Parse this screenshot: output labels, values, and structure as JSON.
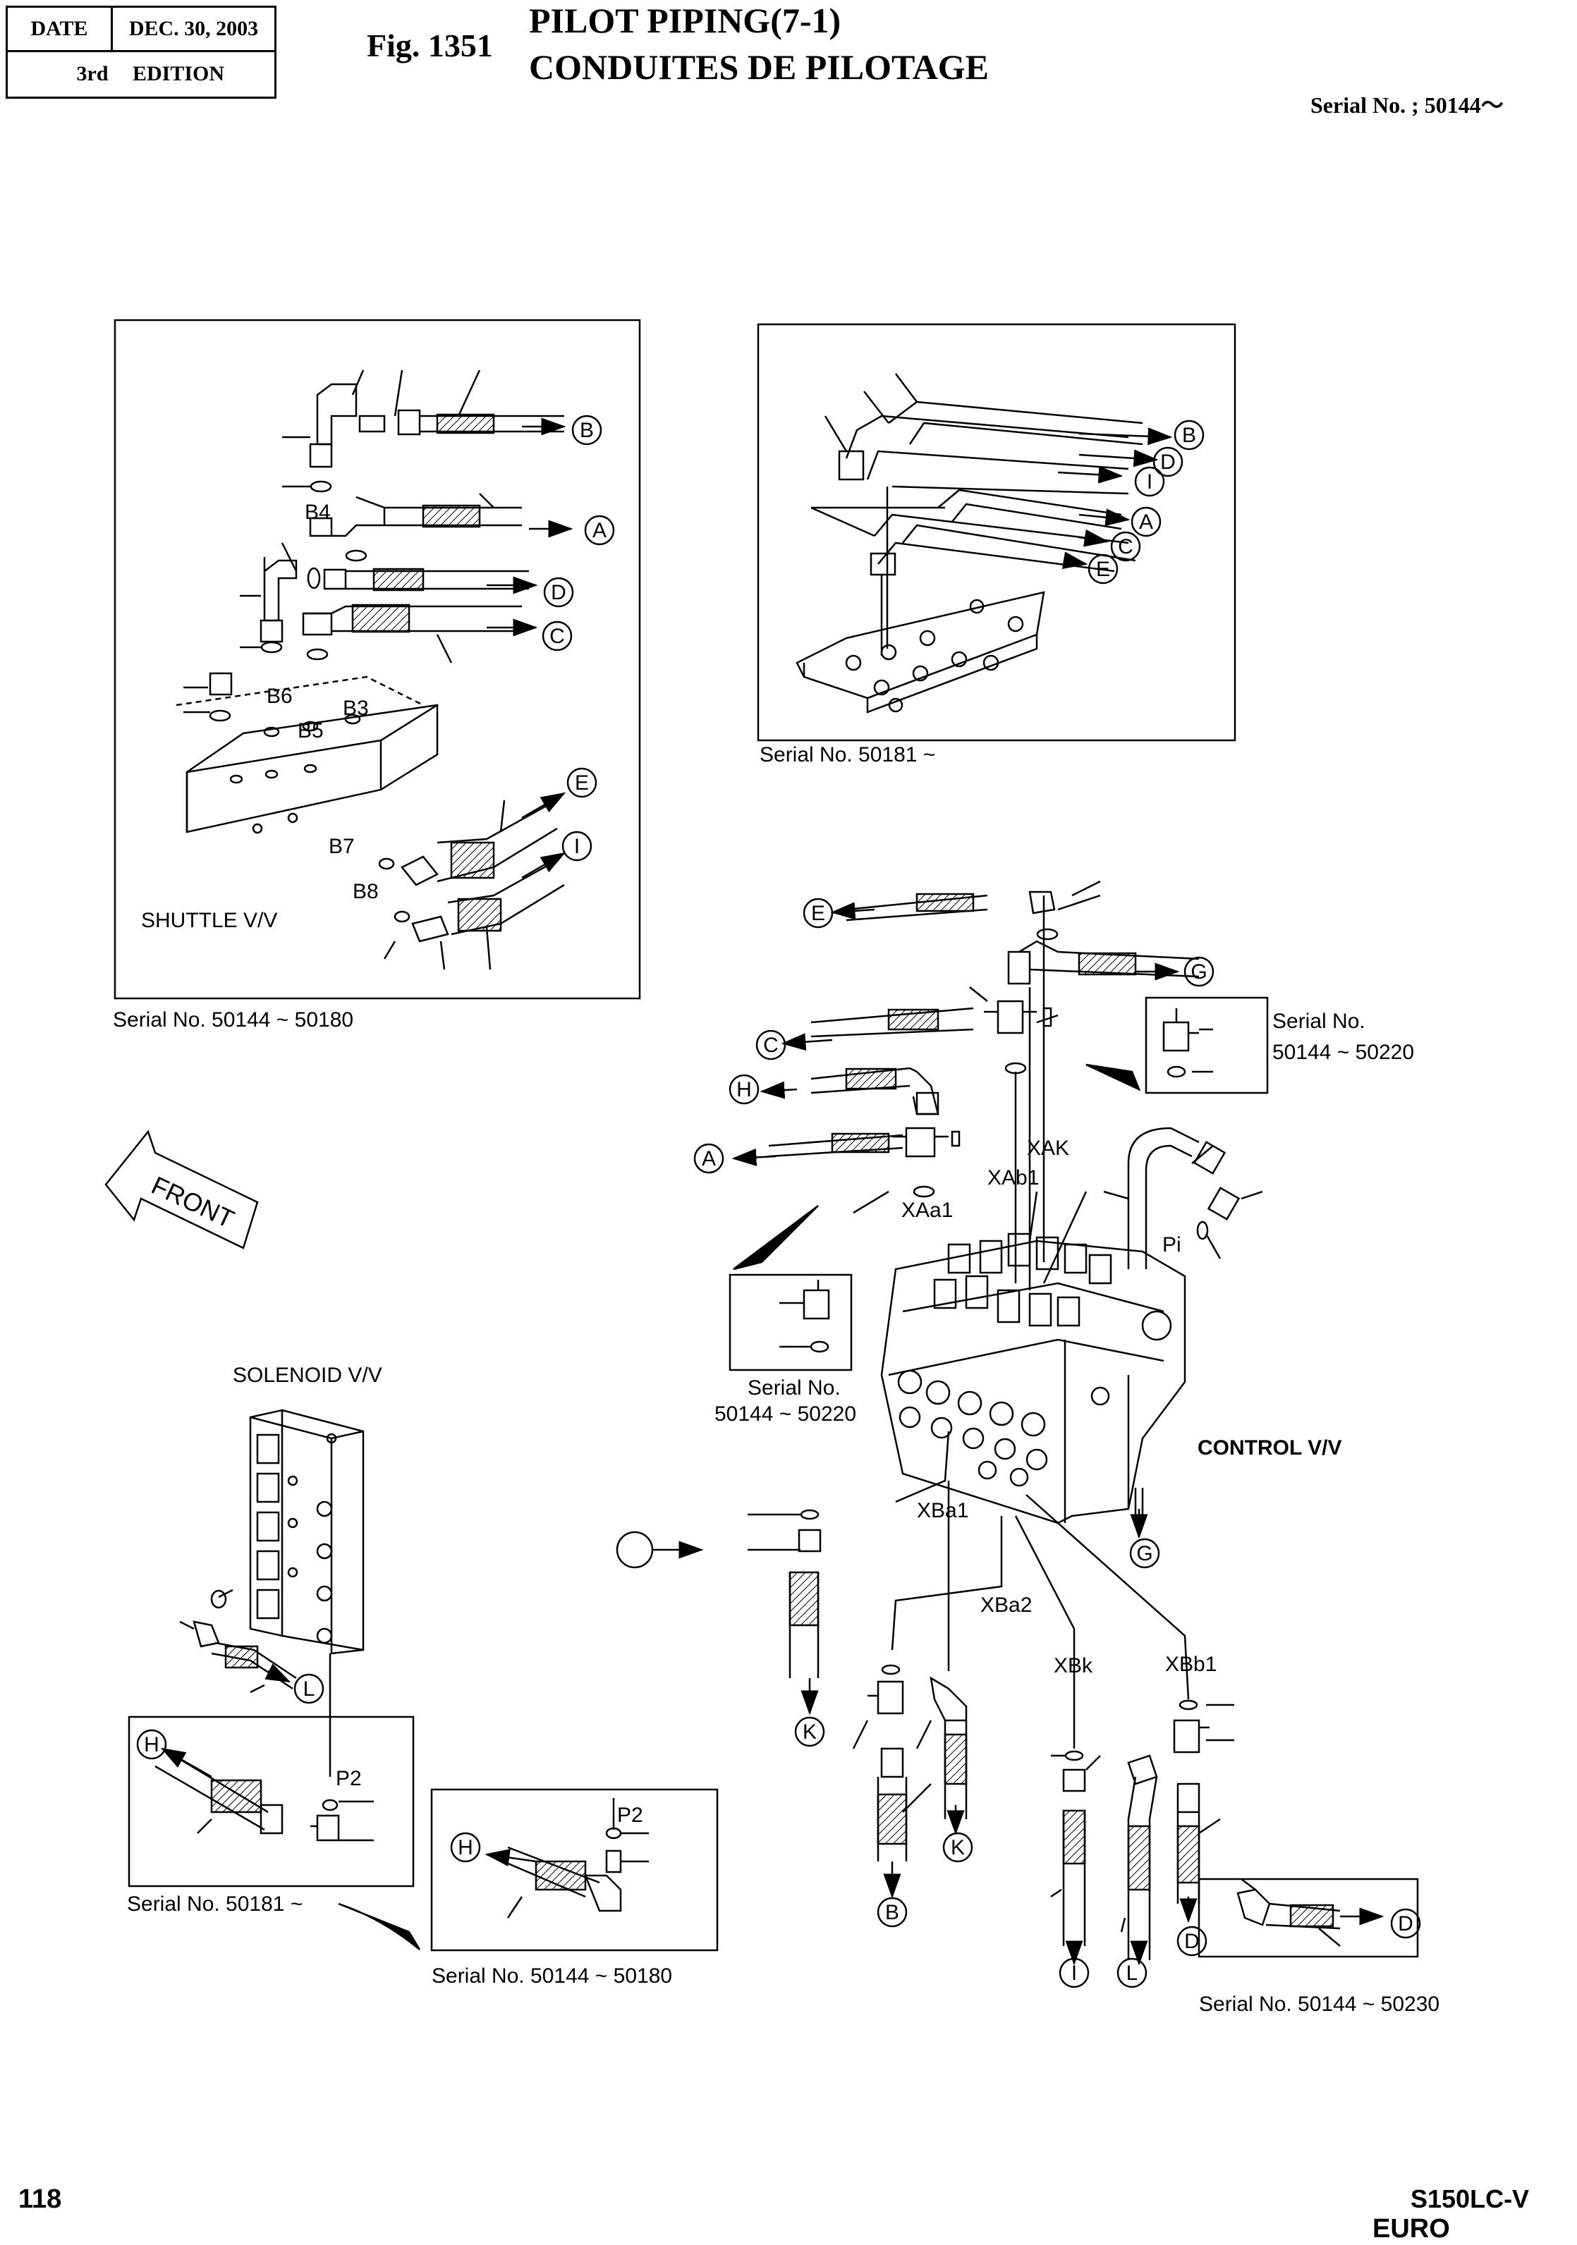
{
  "header": {
    "date_label": "DATE",
    "date_value": "DEC. 30, 2003",
    "edition_num": "3rd",
    "edition_label": "EDITION",
    "figure_number": "Fig. 1351",
    "title_en": "PILOT PIPING(7-1)",
    "title_fr": "CONDUITES DE PILOTAGE",
    "serial": "Serial No. ; 50144～"
  },
  "footer": {
    "page_number": "118",
    "model": "S150LC-V",
    "brand": "EURO DAEWOO"
  },
  "insets": {
    "shuttle_old": {
      "title": "SHUTTLE V/V",
      "serial": "Serial No. 50144 ~ 50180"
    },
    "shuttle_new": {
      "serial": "Serial No. 50181 ~"
    },
    "tee_right": {
      "serial_line1": "Serial No.",
      "serial_line2": "50144 ~ 50220"
    },
    "tee_left": {
      "serial_line1": "Serial No.",
      "serial_line2": "50144 ~ 50220"
    },
    "solenoid_new": {
      "serial": "Serial No. 50181 ~"
    },
    "solenoid_old": {
      "serial": "Serial No. 50144 ~ 50180"
    },
    "d_hose": {
      "serial": "Serial No. 50144 ~ 50230"
    }
  },
  "labels": {
    "front": "FRONT",
    "solenoid": "SOLENOID V/V",
    "control": "CONTROL V/V",
    "ports": {
      "B3": "B3",
      "B4": "B4",
      "B5": "B5",
      "B6": "B6",
      "B7": "B7",
      "B8": "B8",
      "XAK": "XAK",
      "XAb1": "XAb1",
      "XAa1": "XAa1",
      "XBa1": "XBa1",
      "XBa2": "XBa2",
      "XBk": "XBk",
      "XBb1": "XBb1",
      "Pi": "Pi",
      "P2": "P2"
    },
    "callouts": {
      "A": "A",
      "B": "B",
      "C": "C",
      "D": "D",
      "E": "E",
      "G": "G",
      "H": "H",
      "I": "I",
      "K": "K",
      "L": "L"
    }
  }
}
